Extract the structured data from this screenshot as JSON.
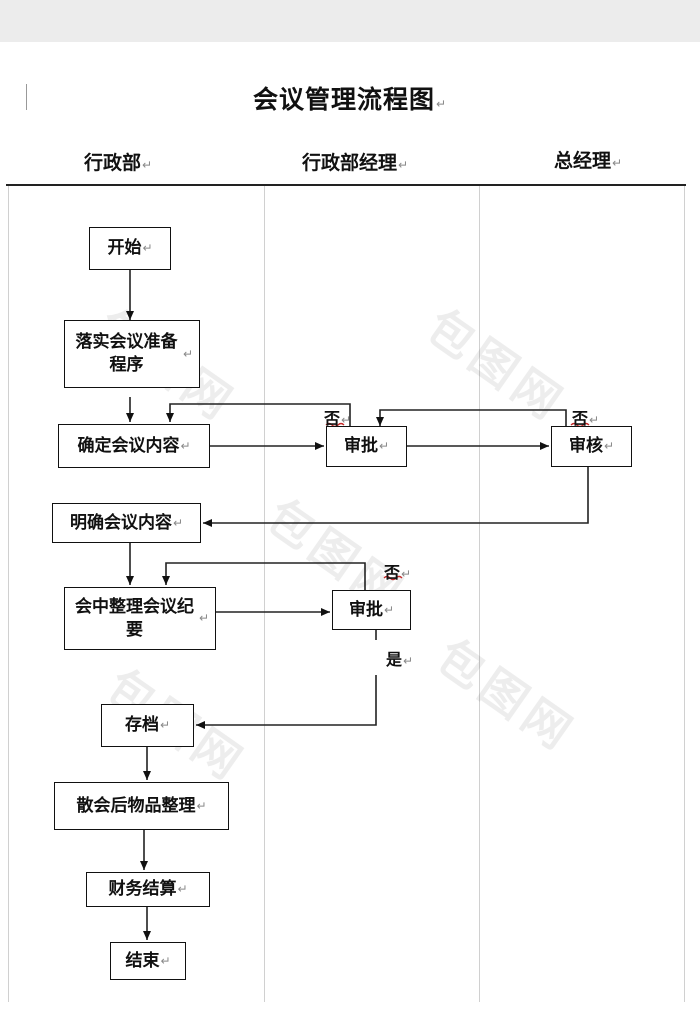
{
  "title": "会议管理流程图",
  "lanes": [
    "行政部",
    "行政部经理",
    "总经理"
  ],
  "nodes": {
    "start": "开始",
    "prepare": "落实会议准备程序",
    "confirm": "确定会议内容",
    "approve1": "审批",
    "review": "审核",
    "clarify": "明确会议内容",
    "minutes": "会中整理会议纪要",
    "approve2": "审批",
    "archive": "存档",
    "cleanup": "散会后物品整理",
    "settle": "财务结算",
    "end": "结束"
  },
  "labels": {
    "no1": "否",
    "no2": "否",
    "no3": "否",
    "yes": "是"
  },
  "watermark": "包图网"
}
